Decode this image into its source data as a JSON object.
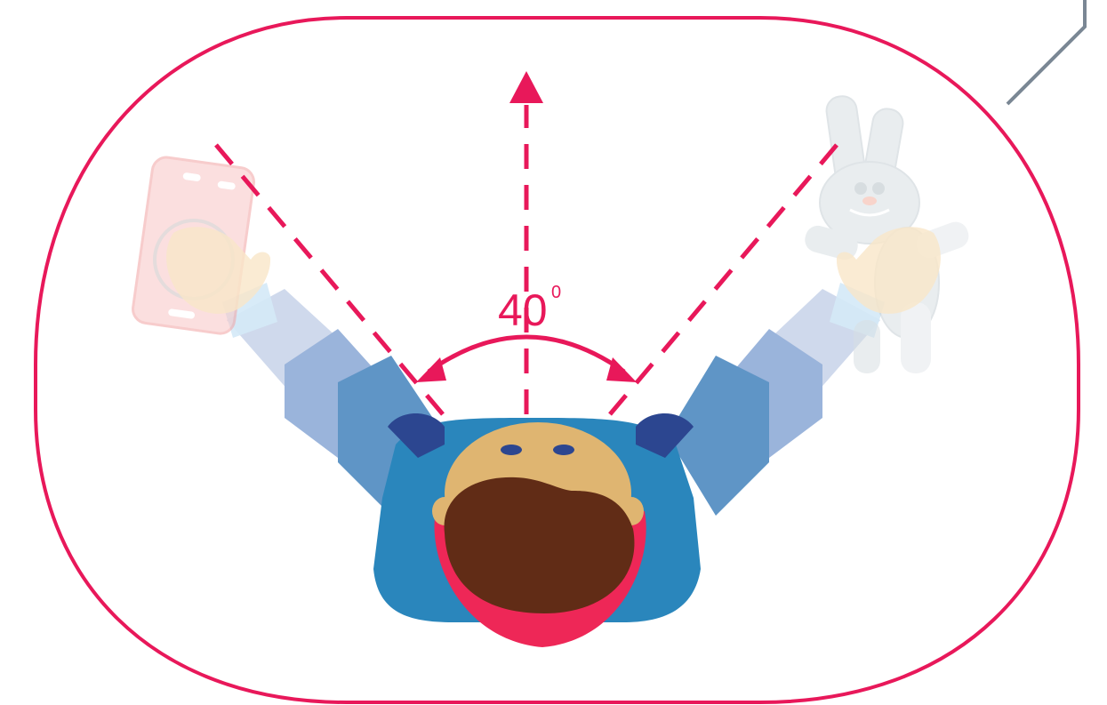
{
  "angle": {
    "value": "40",
    "superscript": "0",
    "degrees": 40
  },
  "colors": {
    "accent": "#e8185a",
    "frame_outline": "#e8185a",
    "callout_line": "#7a8794",
    "shirt": "#2a86bc",
    "shoulder": "#2c4690",
    "sleeve_dark": "#5f95c6",
    "sleeve_mid": "#9ab4db",
    "sleeve_light": "#cfd9ec",
    "cuff": "#d4e9f7",
    "skin": "#dfb571",
    "hand": "#f9e6c8",
    "hair": "#612c16",
    "collar": "#ee2757",
    "eyes": "#2c4690",
    "phone": "#f8c5c5",
    "toy": "#d8dfe3"
  },
  "icons": {
    "left_object": "phone-icon",
    "right_object": "bunny-toy-icon",
    "direction": "arrow-up-icon"
  }
}
